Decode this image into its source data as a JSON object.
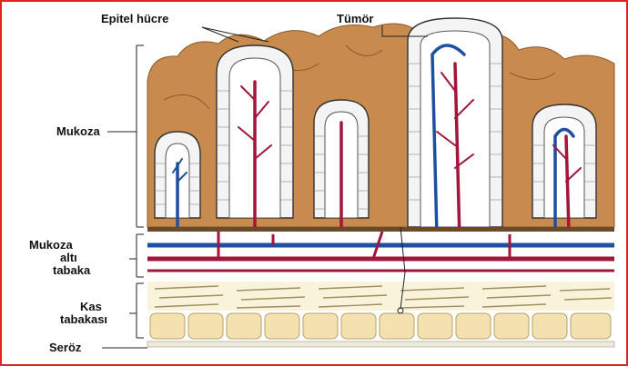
{
  "labels": {
    "epithelial_cell": "Epitel hücre",
    "tumor": "Tümör",
    "mucosa": "Mukoza",
    "submucosa_line1": "Mukoza",
    "submucosa_line2": "altı",
    "submucosa_line3": "tabaka",
    "muscle_line1": "Kas",
    "muscle_line2": "tabakası",
    "serosa": "Seröz"
  },
  "colors": {
    "frame": "#e32322",
    "tumor": "#c98a4e",
    "epithelium": "#f2f2f2",
    "artery": "#a1163a",
    "vein": "#1f4fa0",
    "muscle": "#f3e2b0",
    "background": "#ffffff"
  }
}
